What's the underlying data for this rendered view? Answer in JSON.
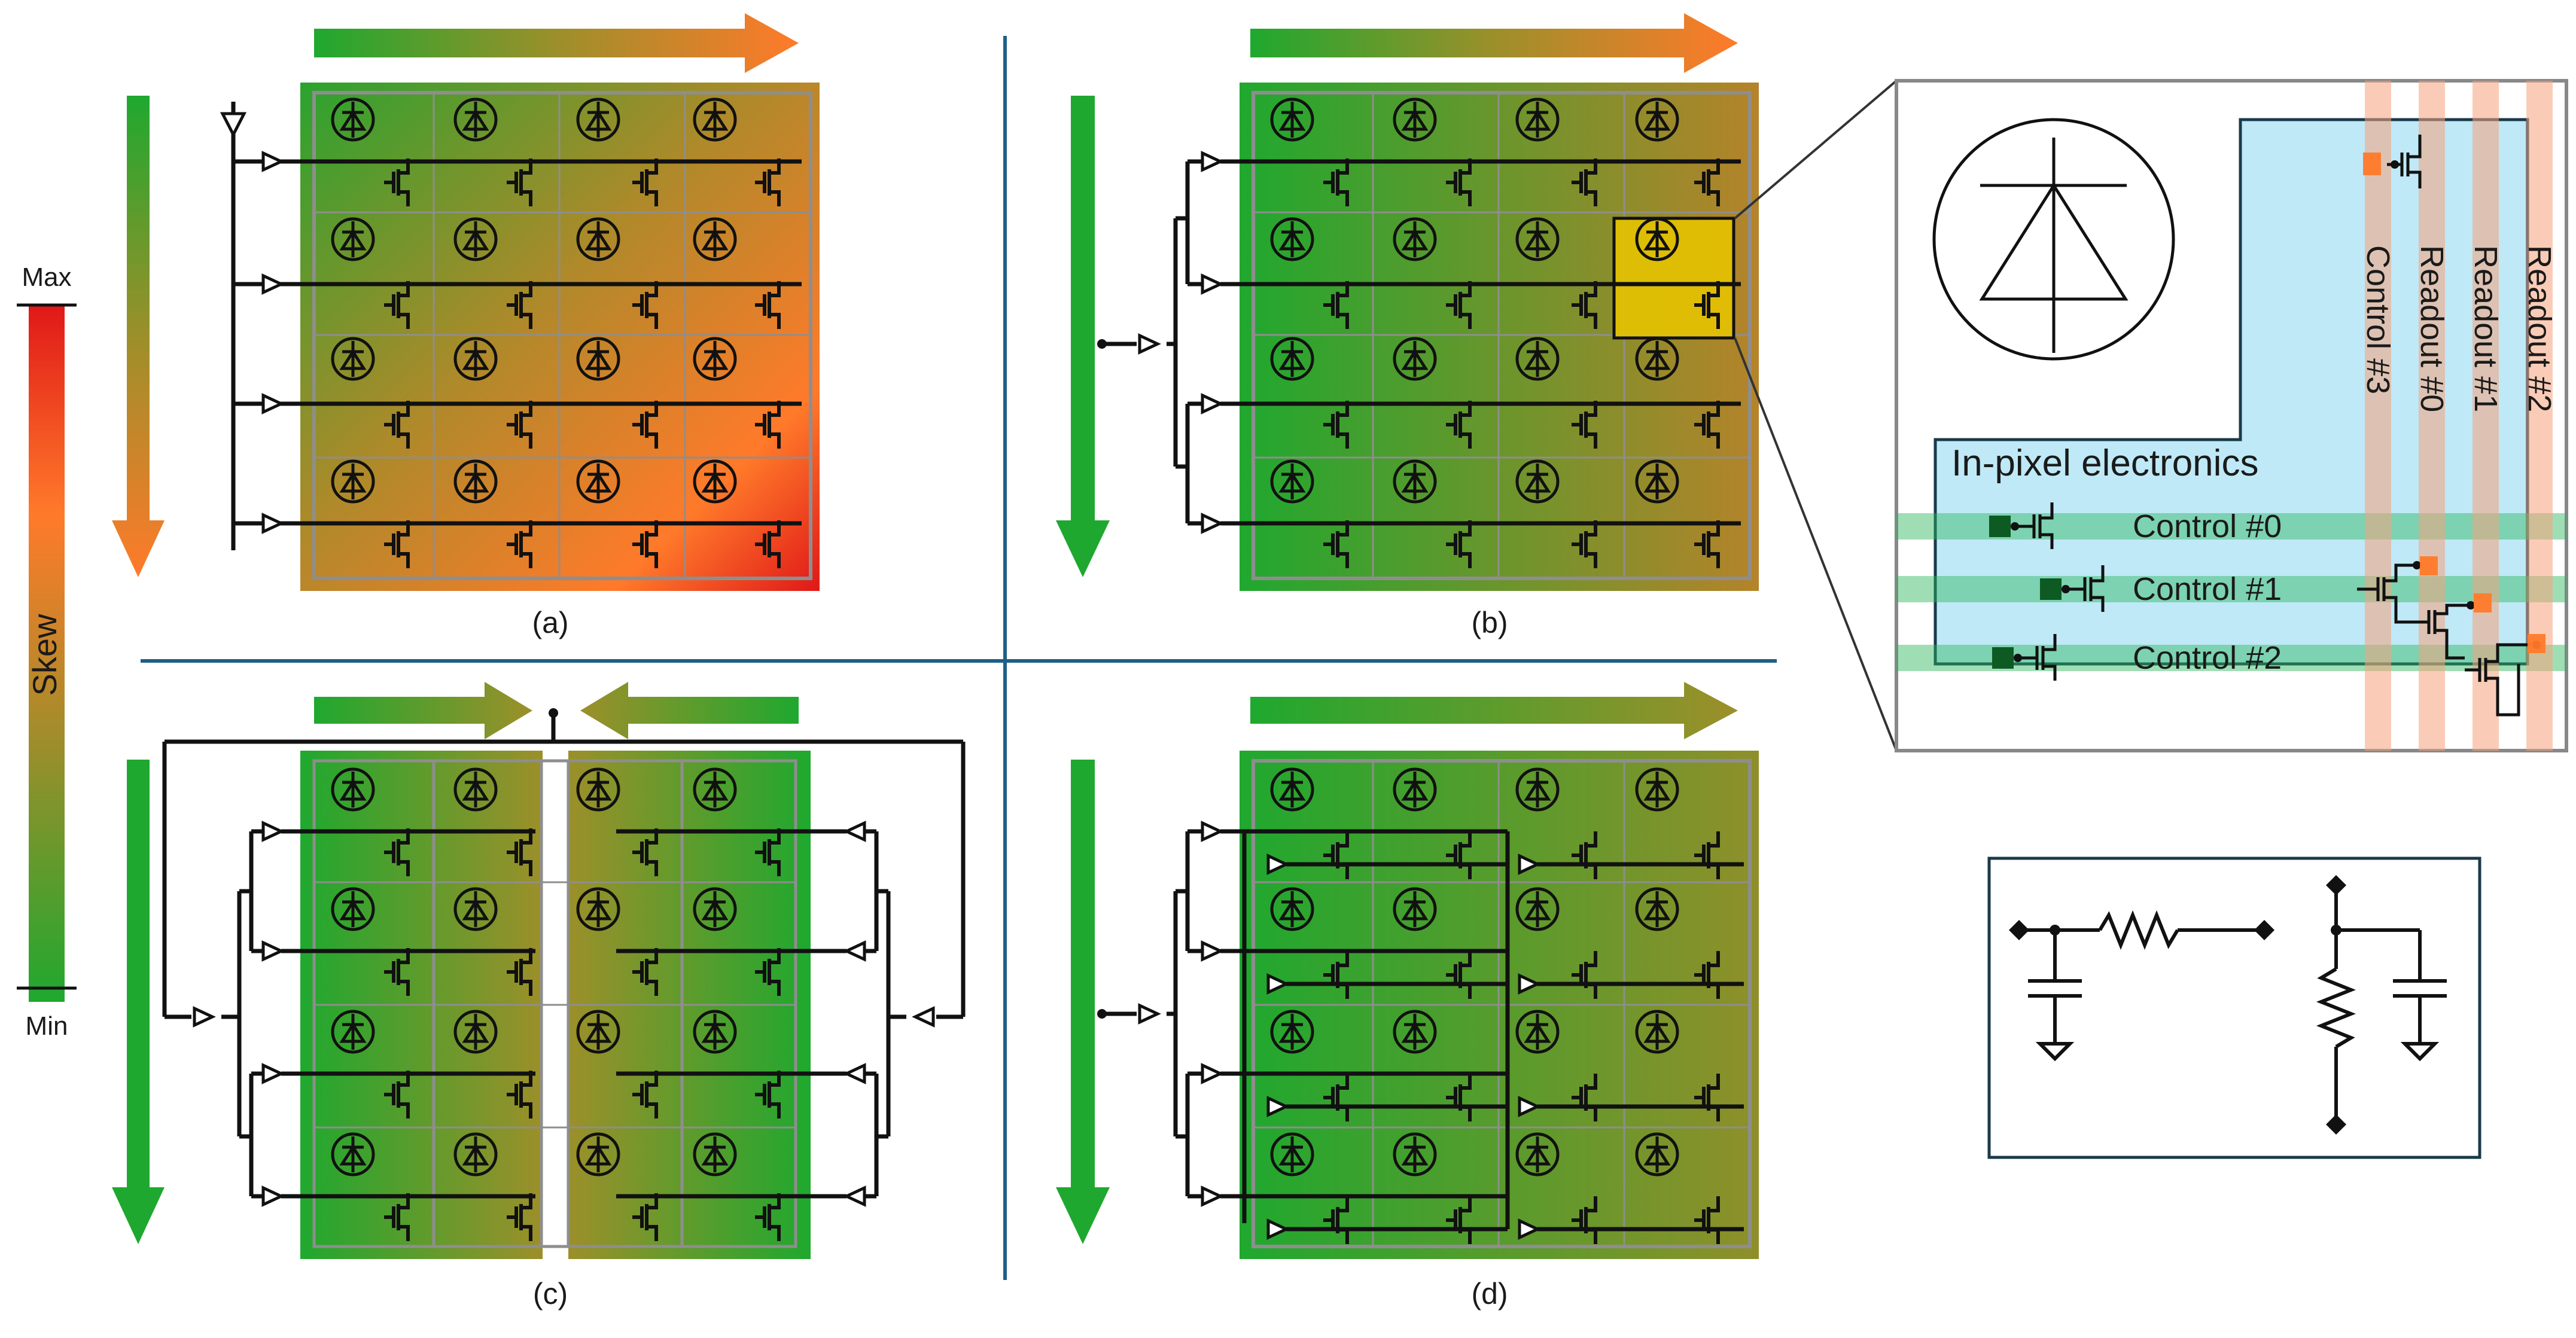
{
  "figure": {
    "panels": [
      {
        "id": "a",
        "caption": "(a)"
      },
      {
        "id": "b",
        "caption": "(b)"
      },
      {
        "id": "c",
        "caption": "(c)"
      },
      {
        "id": "d",
        "caption": "(d)"
      }
    ],
    "skew_scale": {
      "title": "Skew",
      "max_label": "Max",
      "min_label": "Min",
      "max_color": "#e21a1a",
      "mid_color": "#ff7a2a",
      "min_color": "#1fa82f"
    },
    "inset": {
      "title": "In-pixel electronics",
      "control_lines": [
        "Control #0",
        "Control #1",
        "Control #2"
      ],
      "vertical_lines": [
        "Control #3",
        "Readout #0",
        "Readout #1",
        "Readout #2"
      ]
    },
    "colors": {
      "green": "#1fa82f",
      "olive": "#9c8f2a",
      "orange": "#ff7a2a",
      "red": "#e01818",
      "divider": "#1f5f86",
      "highlight": "#e6c300",
      "inset_bg": "#bfe9f7"
    }
  }
}
